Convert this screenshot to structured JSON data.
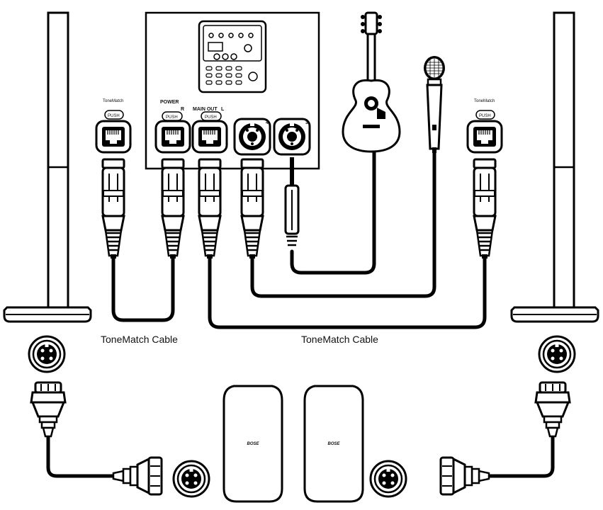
{
  "mixer": {
    "power_label": "POWER",
    "right_label": "R",
    "main_out_label": "MAIN OUT",
    "left_label": "L",
    "input4_label": "4",
    "input3_label": "3",
    "push_label": "PUSH"
  },
  "left_speaker": {
    "tonematch_logo": "ToneMatch",
    "push_label": "PUSH"
  },
  "right_speaker": {
    "tonematch_logo": "ToneMatch",
    "push_label": "PUSH"
  },
  "subwoofers": {
    "logo": "BOSE"
  },
  "cables": {
    "left_label": "ToneMatch Cable",
    "center_label": "ToneMatch Cable"
  },
  "icons": [
    "tonematch-mixer-icon",
    "acoustic-guitar-icon",
    "microphone-icon",
    "column-speaker-icon",
    "subwoofer-icon",
    "ethernet-port-icon",
    "xlr-combo-jack-icon",
    "sublink-connector-icon"
  ]
}
